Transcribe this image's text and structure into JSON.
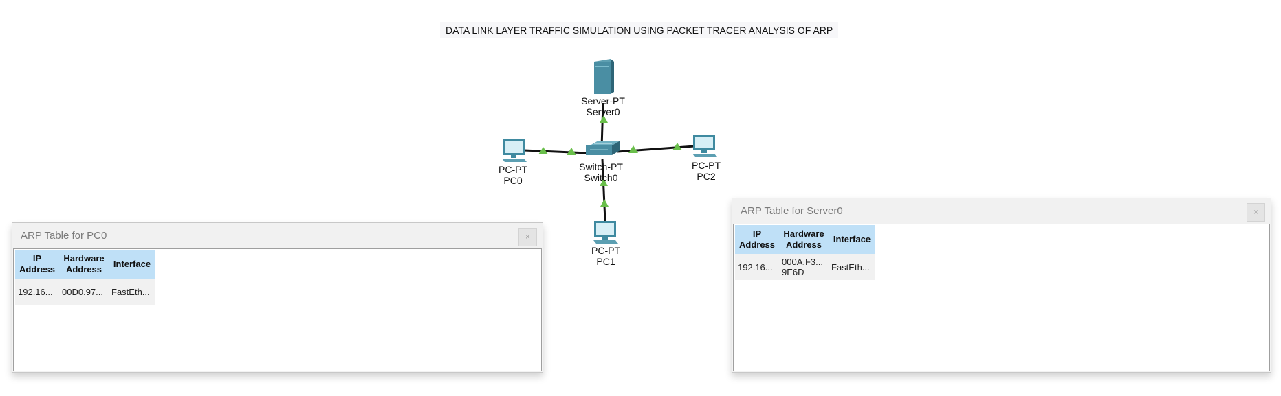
{
  "title_note": "DATA LINK LAYER TRAFFIC SIMULATION USING PACKET TRACER ANALYSIS OF ARP",
  "devices": {
    "server0": {
      "model": "Server-PT",
      "name": "Server0"
    },
    "switch0": {
      "model": "Switch-PT",
      "name": "Switch0"
    },
    "pc0": {
      "model": "PC-PT",
      "name": "PC0"
    },
    "pc1": {
      "model": "PC-PT",
      "name": "PC1"
    },
    "pc2": {
      "model": "PC-PT",
      "name": "PC2"
    }
  },
  "link_status_color": "#6abf4b",
  "arp_pc0": {
    "title": "ARP Table for PC0",
    "close_label": "×",
    "headers": {
      "ip_line1": "IP",
      "ip_line2": "Address",
      "hw_line1": "Hardware",
      "hw_line2": "Address",
      "iface": "Interface"
    },
    "rows": [
      {
        "ip": "192.16...",
        "hw_line1": "00D0.97...",
        "hw_line2": "",
        "iface": "FastEth..."
      }
    ]
  },
  "arp_server0": {
    "title": "ARP Table for Server0",
    "close_label": "×",
    "headers": {
      "ip_line1": "IP",
      "ip_line2": "Address",
      "hw_line1": "Hardware",
      "hw_line2": "Address",
      "iface": "Interface"
    },
    "rows": [
      {
        "ip": "192.16...",
        "hw_line1": "000A.F3...",
        "hw_line2": "9E6D",
        "iface": "FastEth..."
      }
    ]
  }
}
